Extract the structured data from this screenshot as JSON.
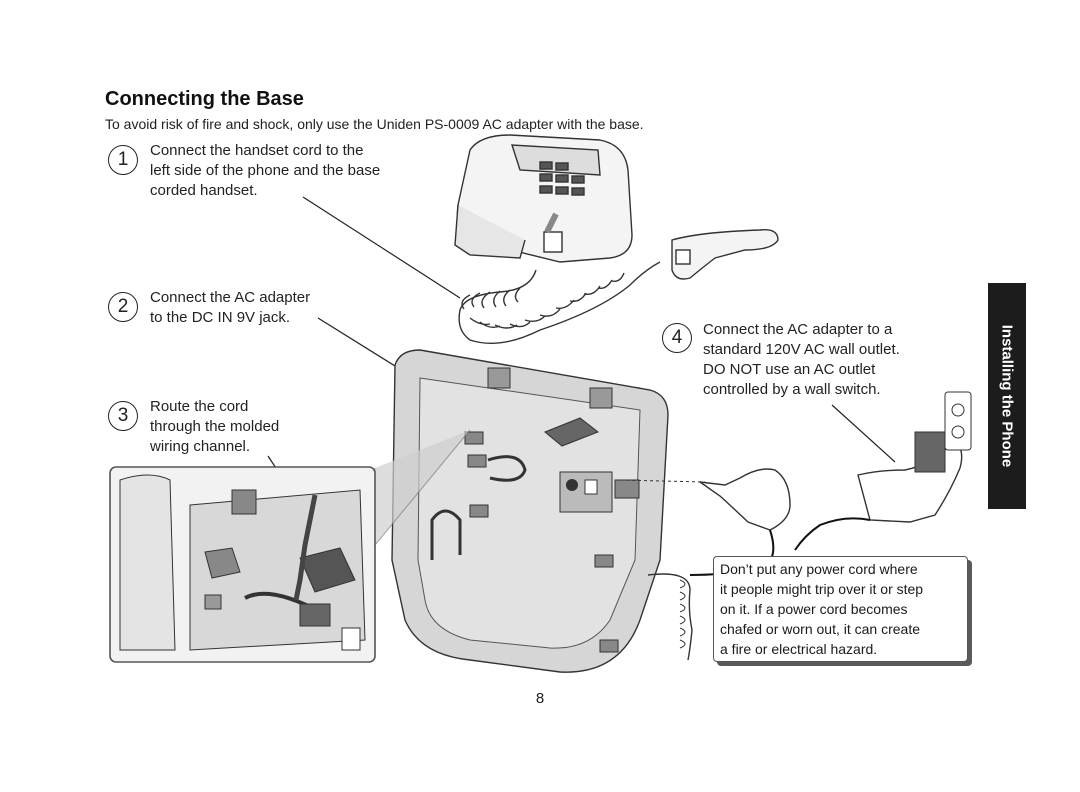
{
  "page": {
    "title": "Connecting the Base",
    "warning": "To avoid risk of fire and shock, only use the Uniden PS-0009 AC adapter with the base.",
    "page_number": "8",
    "side_tab": "Installing the Phone"
  },
  "steps": [
    {
      "number": "1",
      "lines": [
        "Connect the handset cord to the",
        "left side of the phone and the base",
        "corded handset."
      ]
    },
    {
      "number": "2",
      "lines": [
        "Connect the AC adapter",
        "to the DC IN 9V jack."
      ]
    },
    {
      "number": "3",
      "lines": [
        "Route the cord",
        "through the molded",
        "wiring channel."
      ]
    },
    {
      "number": "4",
      "lines": [
        "Connect the AC adapter to a",
        "standard 120V AC wall outlet.",
        "DO NOT use an AC outlet",
        "controlled by a wall switch."
      ]
    }
  ],
  "caution": {
    "lines": [
      "Don’t put any power cord where",
      "it people might trip over it or step",
      "on it. If a power cord becomes",
      "chafed or worn out, it can create",
      "a fire or electrical hazard."
    ]
  }
}
